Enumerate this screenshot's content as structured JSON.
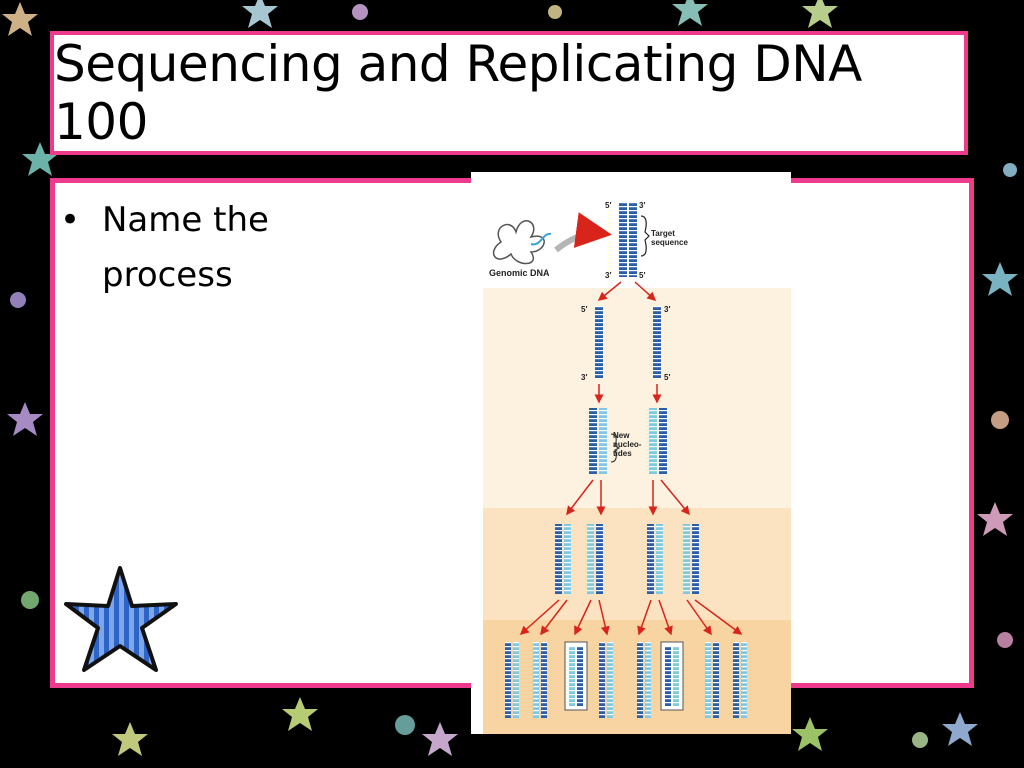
{
  "slide": {
    "title": "Sequencing and Replicating DNA 100",
    "bullets": [
      "Name the process"
    ]
  },
  "figure": {
    "labels": {
      "five_prime": "5′",
      "three_prime": "3′",
      "target_sequence": "Target sequence",
      "genomic_dna": "Genomic DNA",
      "new_nucleotides": "New nucleo- tides"
    }
  },
  "colors": {
    "frame_border": "#ee3a8c",
    "strand_dark": "#2a5fa8",
    "strand_light": "#7ec8e3",
    "stage1_bg": "#fdf1df",
    "stage2_bg": "#fbe2c0",
    "stage3_bg": "#f9d4a3",
    "arrow": "#d9241c"
  }
}
